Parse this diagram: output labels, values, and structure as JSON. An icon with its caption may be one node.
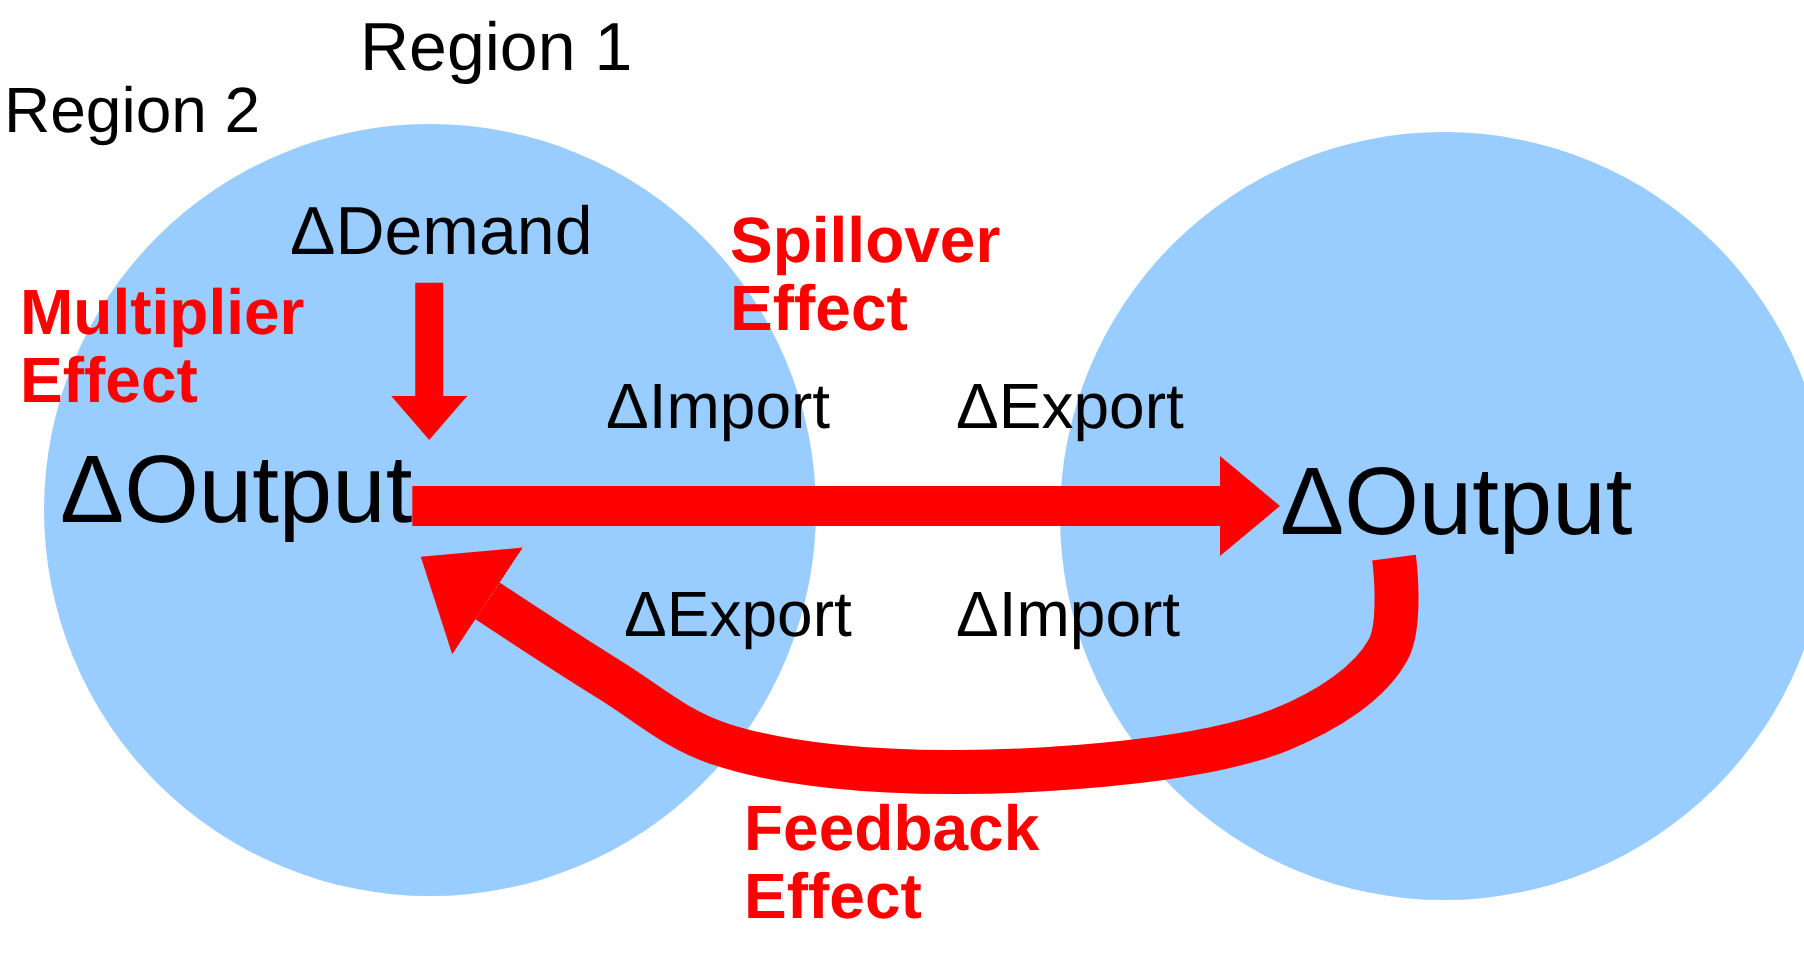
{
  "diagram": {
    "nodes": [
      {
        "text": [],
        "shape": "circle"
      },
      {
        "text": [
          "ΔDemand"
        ],
        "in": 0
      },
      {
        "text": [
          "ΔOutput"
        ],
        "in": 0
      },
      {
        "text": [],
        "shape": "circle"
      },
      {
        "text": [
          "ΔOutput"
        ],
        "in": 3
      }
    ],
    "edges": [
      {
        "from": 1,
        "to": 2,
        "arrow": "to",
        "label": "Multiplier Effect"
      },
      {
        "from": 2,
        "to": 4,
        "arrow": "to",
        "label": "Spillover Effect"
      },
      {
        "from": 4,
        "to": 2,
        "arrow": "to",
        "label": "Feedback Effect"
      }
    ],
    "labels": [
      "Region 1",
      "Region 2",
      "ΔImport",
      "ΔExport",
      "ΔExport",
      "ΔImport"
    ]
  }
}
